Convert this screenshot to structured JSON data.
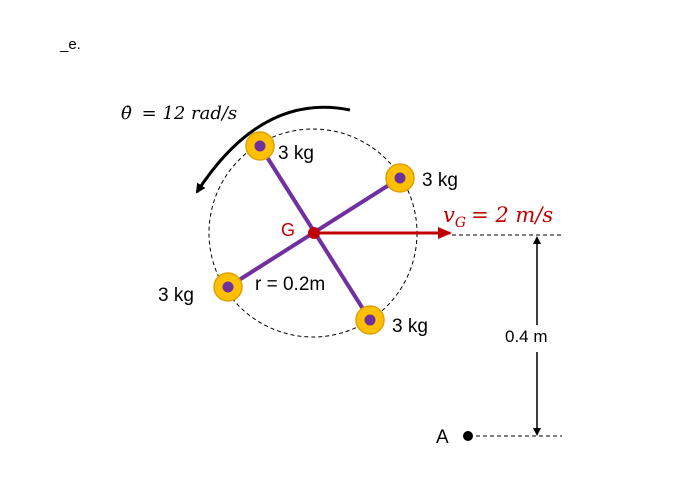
{
  "problem_label": "_e.",
  "angular_velocity": {
    "symbol": "θ̇",
    "value_text": "= 12 rad/s"
  },
  "masses": [
    "3 kg",
    "3 kg",
    "3 kg",
    "3 kg"
  ],
  "center_label": "G",
  "radius_label": "r = 0.2m",
  "velocity": {
    "symbol": "v",
    "subscript": "G",
    "value_text": "= 2 m/s",
    "color": "#c00000"
  },
  "height_label": "0.4 m",
  "point_label": "A",
  "colors": {
    "rod": "#7030a0",
    "mass_fill": "#ffc000",
    "mass_edge": "#e0a000",
    "center": "#c00000"
  }
}
